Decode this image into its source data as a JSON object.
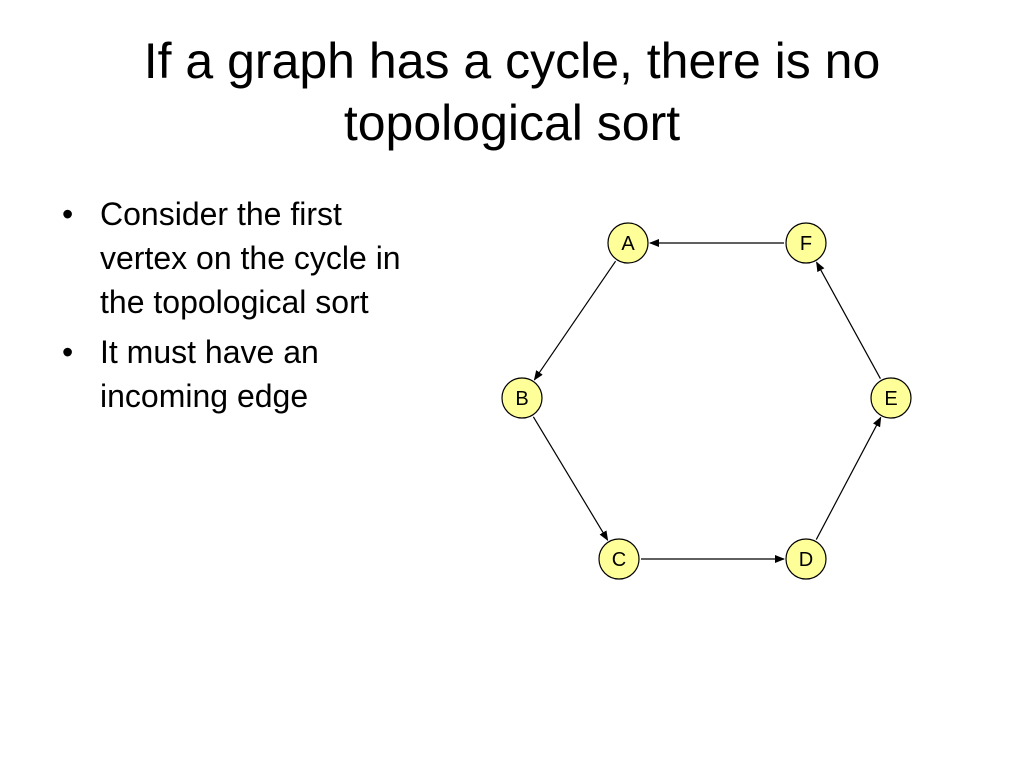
{
  "slide": {
    "title_lines": [
      "If a graph has a cycle, there is no",
      "topological sort"
    ],
    "bullets": [
      {
        "mark": "•",
        "lines": [
          "Consider the first",
          "vertex on the cycle in",
          "the topological sort"
        ]
      },
      {
        "mark": "•",
        "lines": [
          "It must have an",
          "incoming edge"
        ]
      }
    ]
  },
  "graph": {
    "node_fill": "#ffff99",
    "node_stroke": "#000000",
    "edge_color": "#000000",
    "nodes": [
      {
        "id": "A",
        "label": "A"
      },
      {
        "id": "F",
        "label": "F"
      },
      {
        "id": "B",
        "label": "B"
      },
      {
        "id": "E",
        "label": "E"
      },
      {
        "id": "C",
        "label": "C"
      },
      {
        "id": "D",
        "label": "D"
      }
    ],
    "edges": [
      {
        "from": "A",
        "to": "B"
      },
      {
        "from": "B",
        "to": "C"
      },
      {
        "from": "C",
        "to": "D"
      },
      {
        "from": "D",
        "to": "E"
      },
      {
        "from": "E",
        "to": "F"
      },
      {
        "from": "F",
        "to": "A"
      }
    ]
  }
}
